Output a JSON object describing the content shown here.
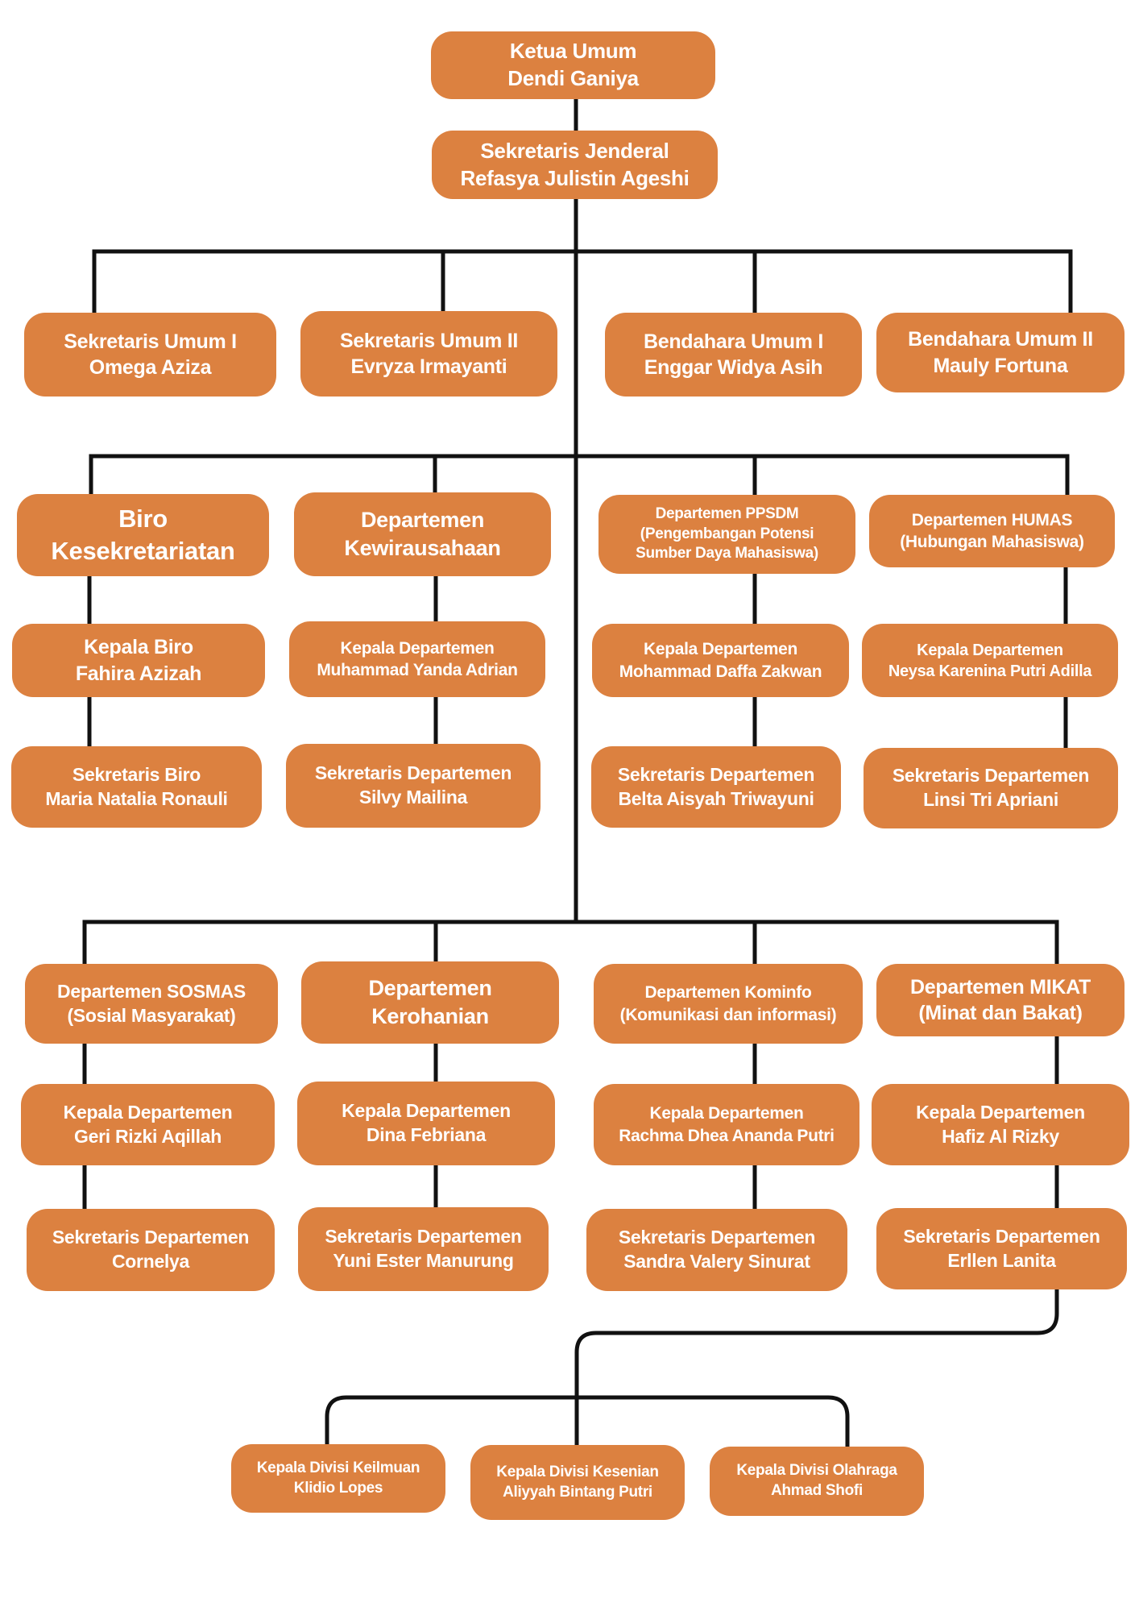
{
  "title": "Struktur Organisasi",
  "colors": {
    "box": "#DC8140",
    "line": "#111111",
    "text": "#FFFFFF"
  },
  "nodes": {
    "ketua": [
      "Ketua Umum",
      "Dendi Ganiya"
    ],
    "sekjen": [
      "Sekretaris Jenderal",
      "Refasya Julistin Ageshi"
    ],
    "sekum1": [
      "Sekretaris Umum I",
      "Omega Aziza"
    ],
    "sekum2": [
      "Sekretaris Umum II",
      "Evryza Irmayanti"
    ],
    "bendum1": [
      "Bendahara Umum I",
      "Enggar Widya Asih"
    ],
    "bendum2": [
      "Bendahara Umum II",
      "Mauly Fortuna"
    ],
    "biro": [
      "Biro",
      "Kesekretariatan"
    ],
    "kewira": [
      "Departemen",
      "Kewirausahaan"
    ],
    "ppsdm": [
      "Departemen PPSDM",
      "(Pengembangan Potensi",
      "Sumber Daya Mahasiswa)"
    ],
    "humas": [
      "Departemen HUMAS",
      "(Hubungan Mahasiswa)"
    ],
    "kabiro": [
      "Kepala Biro",
      "Fahira Azizah"
    ],
    "kadep_kewira": [
      "Kepala Departemen",
      "Muhammad Yanda Adrian"
    ],
    "kadep_ppsdm": [
      "Kepala Departemen",
      "Mohammad Daffa Zakwan"
    ],
    "kadep_humas": [
      "Kepala Departemen",
      "Neysa Karenina Putri Adilla"
    ],
    "sekbiro": [
      "Sekretaris Biro",
      "Maria Natalia Ronauli"
    ],
    "sekdep_kewira": [
      "Sekretaris Departemen",
      "Silvy Mailina"
    ],
    "sekdep_ppsdm": [
      "Sekretaris Departemen",
      "Belta Aisyah Triwayuni"
    ],
    "sekdep_humas": [
      "Sekretaris Departemen",
      "Linsi Tri Apriani"
    ],
    "sosmas": [
      "Departemen SOSMAS",
      "(Sosial Masyarakat)"
    ],
    "kerohanian": [
      "Departemen",
      "Kerohanian"
    ],
    "kominfo": [
      "Departemen Kominfo",
      "(Komunikasi dan informasi)"
    ],
    "mikat": [
      "Departemen MIKAT",
      "(Minat dan Bakat)"
    ],
    "kadep_sosmas": [
      "Kepala Departemen",
      "Geri Rizki Aqillah"
    ],
    "kadep_kerohanian": [
      "Kepala Departemen",
      "Dina Febriana"
    ],
    "kadep_kominfo": [
      "Kepala Departemen",
      "Rachma Dhea Ananda Putri"
    ],
    "kadep_mikat": [
      "Kepala Departemen",
      "Hafiz Al Rizky"
    ],
    "sekdep_sosmas": [
      "Sekretaris Departemen",
      "Cornelya"
    ],
    "sekdep_kerohanian": [
      "Sekretaris Departemen",
      "Yuni Ester Manurung"
    ],
    "sekdep_kominfo": [
      "Sekretaris Departemen",
      "Sandra Valery Sinurat"
    ],
    "sekdep_mikat": [
      "Sekretaris Departemen",
      "Erllen Lanita"
    ],
    "kadiv_keilmuan": [
      "Kepala Divisi Keilmuan",
      "Klidio Lopes"
    ],
    "kadiv_kesenian": [
      "Kepala Divisi Kesenian",
      "Aliyyah Bintang Putri"
    ],
    "kadiv_olahraga": [
      "Kepala Divisi Olahraga",
      "Ahmad Shofi"
    ]
  }
}
